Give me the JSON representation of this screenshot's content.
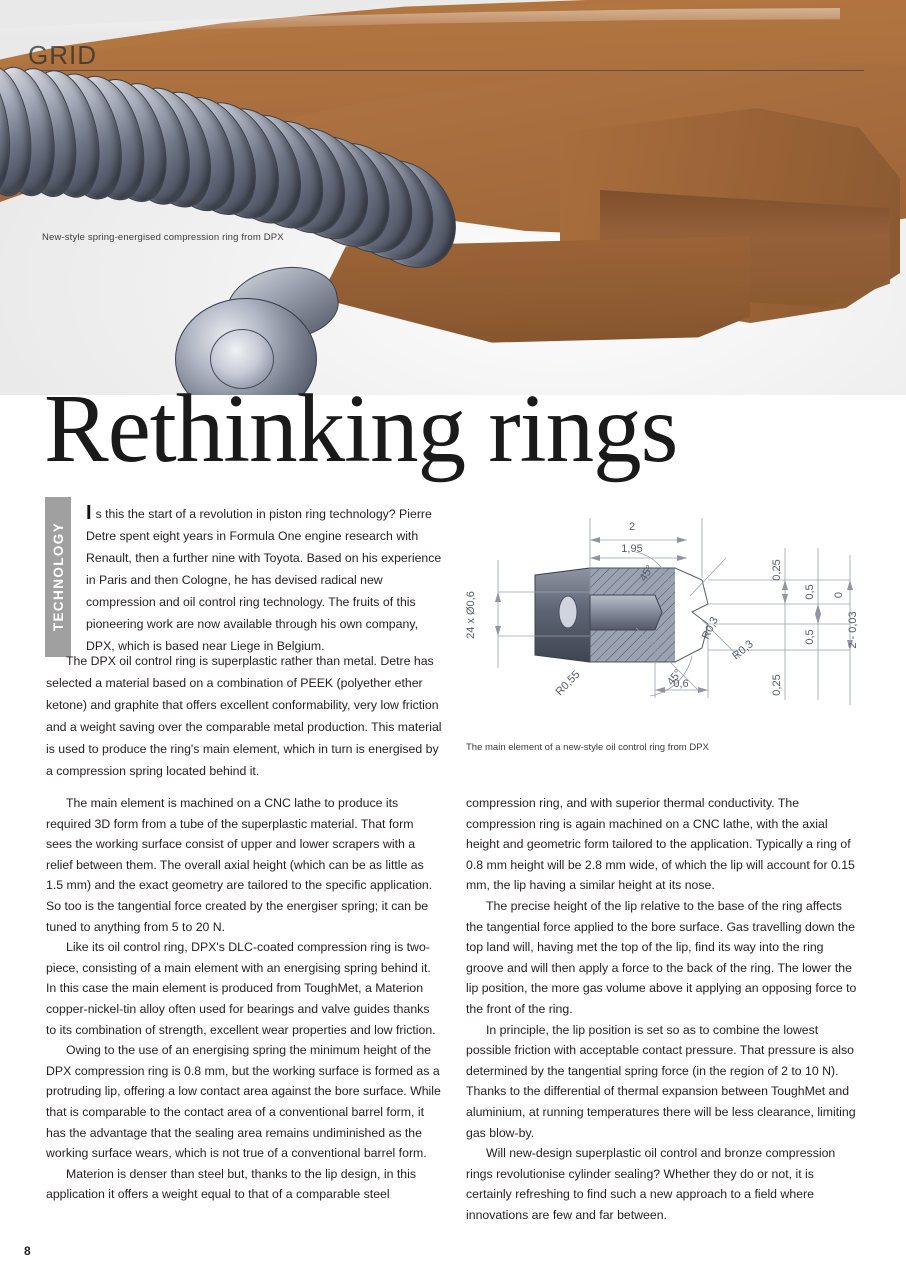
{
  "masthead": {
    "title": "GRID"
  },
  "hero": {
    "caption": "New-style spring-energised compression ring from DPX",
    "colors": {
      "bronze": "#a86e3d",
      "steel": "#8d93a1"
    }
  },
  "headline": "Rethinking rings",
  "section_tab": {
    "label": "TECHNOLOGY"
  },
  "intro": {
    "drop_cap": "I",
    "paragraph": "s this the start of a revolution in piston ring technology? Pierre Detre spent eight years in Formula One engine research with Renault, then a further nine with Toyota. Based on his experience in Paris and then Cologne, he has devised radical new compression and oil control ring technology. The fruits of this pioneering work are now available through his own company, DPX, which is based near Liege in Belgium."
  },
  "intro_wide": {
    "paragraph": "The DPX oil control ring is superplastic rather than metal. Detre has selected a material based on a combination of PEEK (polyether ether ketone) and graphite that offers excellent conformability, very low friction and a weight saving over the comparable metal production. This material is used to produce the ring's main element, which in turn is energised by a compression spring located behind it."
  },
  "columns": {
    "left": [
      "The main element is machined on a CNC lathe to produce its required 3D form from a tube of the superplastic material. That form sees the working surface consist of upper and lower scrapers with a relief between them. The overall axial height (which can be as little as 1.5 mm) and the exact geometry are tailored to the specific application. So too is the tangential force created by the energiser spring; it can be tuned to anything from 5 to 20 N.",
      "Like its oil control ring, DPX's DLC-coated compression ring is two-piece, consisting of a main element with an energising spring behind it. In this case the main element is produced from ToughMet, a Materion copper-nickel-tin alloy often used for bearings and valve guides thanks to its combination of strength, excellent wear properties and low friction.",
      "Owing to the use of an energising spring the minimum height of the DPX compression ring is 0.8 mm, but the working surface is formed as a protruding lip, offering a low contact area against the bore surface. While that is comparable to the contact area of a conventional barrel form, it has the advantage that the sealing area remains undiminished as the working surface wears, which is not true of a conventional barrel form.",
      "Materion is denser than steel but, thanks to the lip design, in this application it offers a weight equal to that of a comparable steel"
    ],
    "right": [
      "compression ring, and with superior thermal conductivity. The compression ring is again machined on a CNC lathe, with the axial height and geometric form tailored to the application. Typically a ring of 0.8 mm height will be 2.8 mm wide, of which the lip will account for 0.15 mm, the lip having a similar height at its nose.",
      "The precise height of the lip relative to the base of the ring affects the tangential force applied to the bore surface. Gas travelling down the top land will, having met the top of the lip, find its way into the ring groove and will then apply a force to the back of the ring. The lower the lip position, the more gas volume above it applying an opposing force to the front of the ring.",
      "In principle, the lip position is set so as to combine the lowest possible friction with acceptable contact pressure. That pressure is also determined by the tangential spring force (in the region of 2 to 10 N). Thanks to the differential of thermal expansion between ToughMet and aluminium, at running temperatures there will be less clearance, limiting gas blow-by.",
      "Will new-design superplastic oil control and bronze compression rings revolutionise cylinder sealing? Whether they do or not, it is certainly refreshing to find such a new approach to a field where innovations are few and far between."
    ]
  },
  "cad_drawing": {
    "caption": "The main element of a new-style oil control ring from DPX",
    "dimensions": {
      "overall_width": "2",
      "inner_width": "1,95",
      "chamfer_angle_top": "45°",
      "chamfer_angle_bottom": "45°",
      "hole_callout": "24 x Ø0,6",
      "radius_large": "R0,55",
      "radius_groove_upper": "R0,3",
      "radius_groove_lower": "R0,3",
      "groove_width": "0,6",
      "scraper_top": "0,25",
      "scraper_bottom": "0,25",
      "relief_upper": "0,5",
      "relief_lower": "0,5",
      "tolerance_upper": "0",
      "tolerance_value": "2 - 0,03"
    }
  },
  "footer": {
    "page_number": "8"
  }
}
